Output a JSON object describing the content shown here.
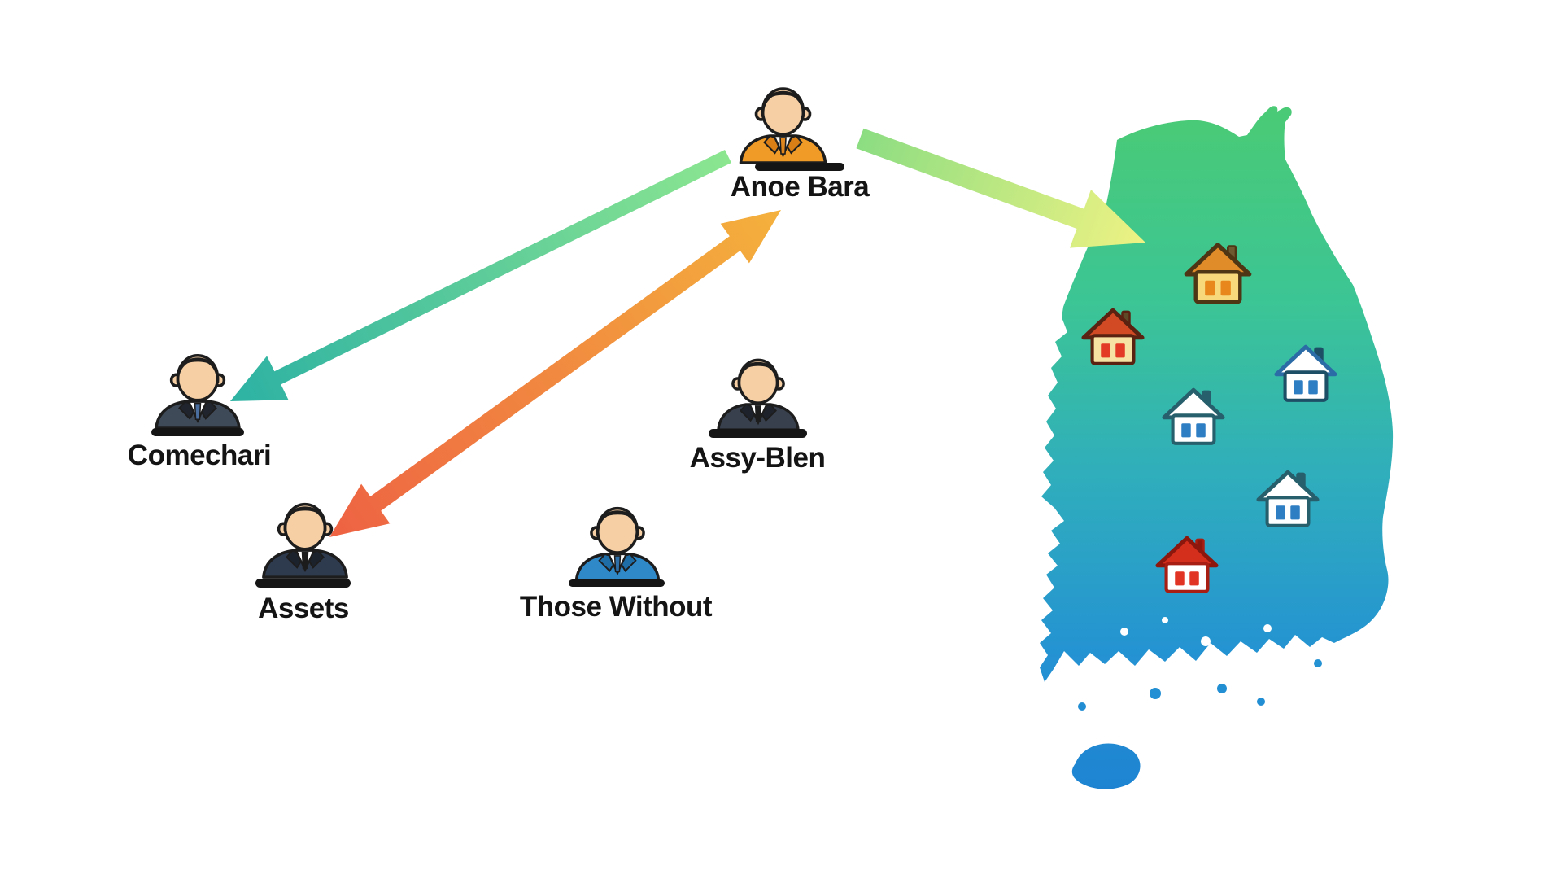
{
  "nodes": [
    {
      "id": "anoe-bara",
      "label": "Anoe Bara",
      "icon": "person-orange-suit"
    },
    {
      "id": "comechari",
      "label": "Comechari",
      "icon": "person-dark-suit-blue-tie"
    },
    {
      "id": "assets",
      "label": "Assets",
      "icon": "person-brown-hair-dark-suit"
    },
    {
      "id": "assy-blen",
      "label": "Assy-Blen",
      "icon": "person-dark-suit"
    },
    {
      "id": "those-without",
      "label": "Those Without",
      "icon": "person-blue-jacket"
    }
  ],
  "arrows": [
    {
      "id": "teal-arrow",
      "from": "anoe-bara",
      "to": "comechari",
      "double_headed": false,
      "gradient": [
        "#8ce690",
        "#2fb3a3"
      ]
    },
    {
      "id": "orange-arrow",
      "from": "assets",
      "to": "anoe-bara",
      "double_headed": true,
      "gradient": [
        "#f4b13c",
        "#ee6443"
      ]
    },
    {
      "id": "green-arrow",
      "from": "anoe-bara",
      "to": "map",
      "double_headed": false,
      "gradient": [
        "#8cdd82",
        "#ecf283"
      ]
    }
  ],
  "map": {
    "name": "south-korea-silhouette",
    "gradient": {
      "top": "#4bcb72",
      "middle": "#2fadbd",
      "bottom": "#1d83d2"
    },
    "houses": [
      {
        "variant": "yellow-orange-roof"
      },
      {
        "variant": "cream-body-red-roof"
      },
      {
        "variant": "white-body-blue-roof"
      },
      {
        "variant": "white-body-teal-roof"
      },
      {
        "variant": "white-body-teal-roof"
      },
      {
        "variant": "red-roof-white-body"
      }
    ]
  },
  "background_color": "#ffffff",
  "text_color": "#141414"
}
